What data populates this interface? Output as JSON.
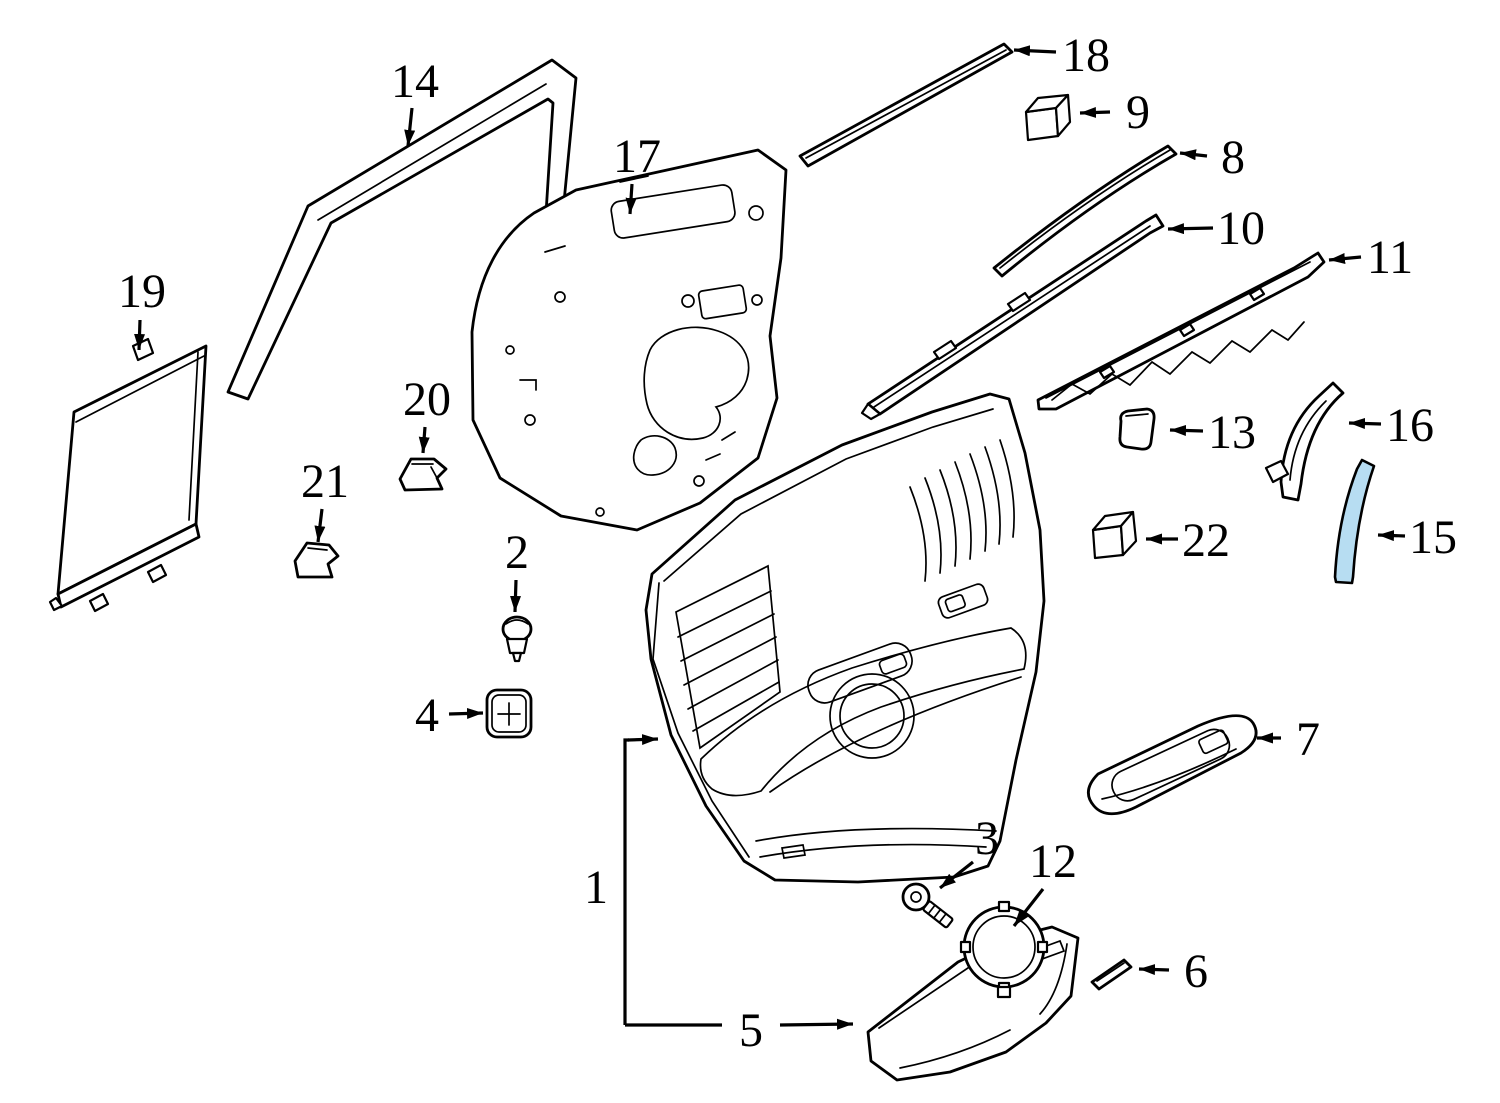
{
  "diagram": {
    "background_color": "#ffffff",
    "line_color": "#000000",
    "highlight_color": "#b7ddf2",
    "highlighted_part": "15",
    "parts": [
      {
        "number": "1"
      },
      {
        "number": "2"
      },
      {
        "number": "3"
      },
      {
        "number": "4"
      },
      {
        "number": "5"
      },
      {
        "number": "6"
      },
      {
        "number": "7"
      },
      {
        "number": "8"
      },
      {
        "number": "9"
      },
      {
        "number": "10"
      },
      {
        "number": "11"
      },
      {
        "number": "12"
      },
      {
        "number": "13"
      },
      {
        "number": "14"
      },
      {
        "number": "15"
      },
      {
        "number": "16"
      },
      {
        "number": "17"
      },
      {
        "number": "18"
      },
      {
        "number": "19"
      },
      {
        "number": "20"
      },
      {
        "number": "21"
      },
      {
        "number": "22"
      }
    ]
  }
}
